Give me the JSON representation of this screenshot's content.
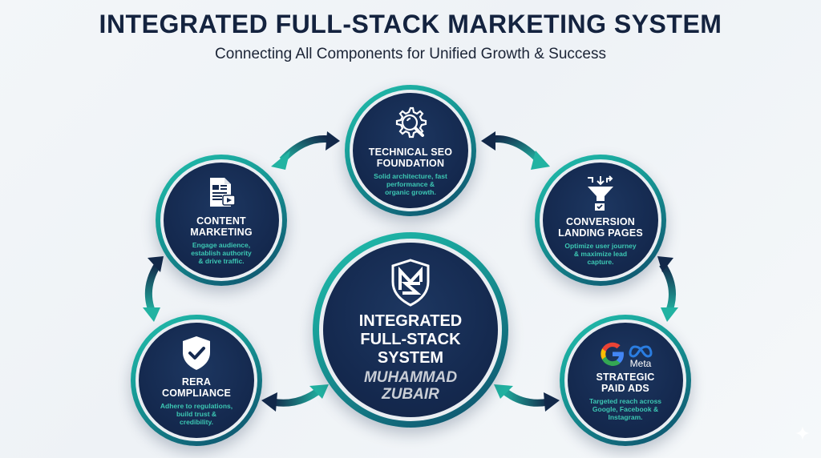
{
  "header": {
    "title": "INTEGRATED FULL-STACK MARKETING SYSTEM",
    "subtitle": "Connecting All Components for Unified Growth & Success"
  },
  "colors": {
    "navy": "#152a50",
    "teal": "#1fb3a3",
    "teal_text": "#3cc7b3",
    "title": "#14233f",
    "background": "#f0f4f7"
  },
  "center": {
    "icon": "ms-shield-logo-icon",
    "title_lines": [
      "INTEGRATED",
      "FULL-STACK",
      "SYSTEM"
    ],
    "name_lines": [
      "MUHAMMAD",
      "ZUBAIR"
    ]
  },
  "nodes": {
    "technical_seo": {
      "icon": "gear-magnifier-icon",
      "title_lines": [
        "TECHNICAL SEO",
        "FOUNDATION"
      ],
      "desc_lines": [
        "Solid architecture, fast",
        "performance &",
        "organic growth."
      ]
    },
    "content_marketing": {
      "icon": "document-video-icon",
      "title_lines": [
        "CONTENT",
        "MARKETING"
      ],
      "desc_lines": [
        "Engage audience,",
        "establish authority",
        "& drive traffic."
      ]
    },
    "conversion": {
      "icon": "funnel-checkbox-icon",
      "title_lines": [
        "CONVERSION",
        "LANDING PAGES"
      ],
      "desc_lines": [
        "Optimize user journey",
        "& maximize lead",
        "capture."
      ]
    },
    "rera": {
      "icon": "shield-check-icon",
      "title_lines": [
        "RERA",
        "COMPLIANCE"
      ],
      "desc_lines": [
        "Adhere to regulations,",
        "build trust &",
        "credibility."
      ]
    },
    "paid_ads": {
      "icon": "google-meta-icon",
      "logo_text": "Meta",
      "title_lines": [
        "STRATEGIC",
        "PAID ADS"
      ],
      "desc_lines": [
        "Targeted reach across",
        "Google, Facebook &",
        "Instagram."
      ]
    }
  },
  "connections": [
    {
      "from": "content_marketing",
      "to": "technical_seo",
      "type": "bidirectional"
    },
    {
      "from": "technical_seo",
      "to": "conversion",
      "type": "bidirectional"
    },
    {
      "from": "content_marketing",
      "to": "rera",
      "type": "bidirectional"
    },
    {
      "from": "conversion",
      "to": "paid_ads",
      "type": "bidirectional"
    },
    {
      "from": "rera",
      "to": "center",
      "type": "bidirectional"
    },
    {
      "from": "center",
      "to": "paid_ads",
      "type": "bidirectional"
    }
  ]
}
